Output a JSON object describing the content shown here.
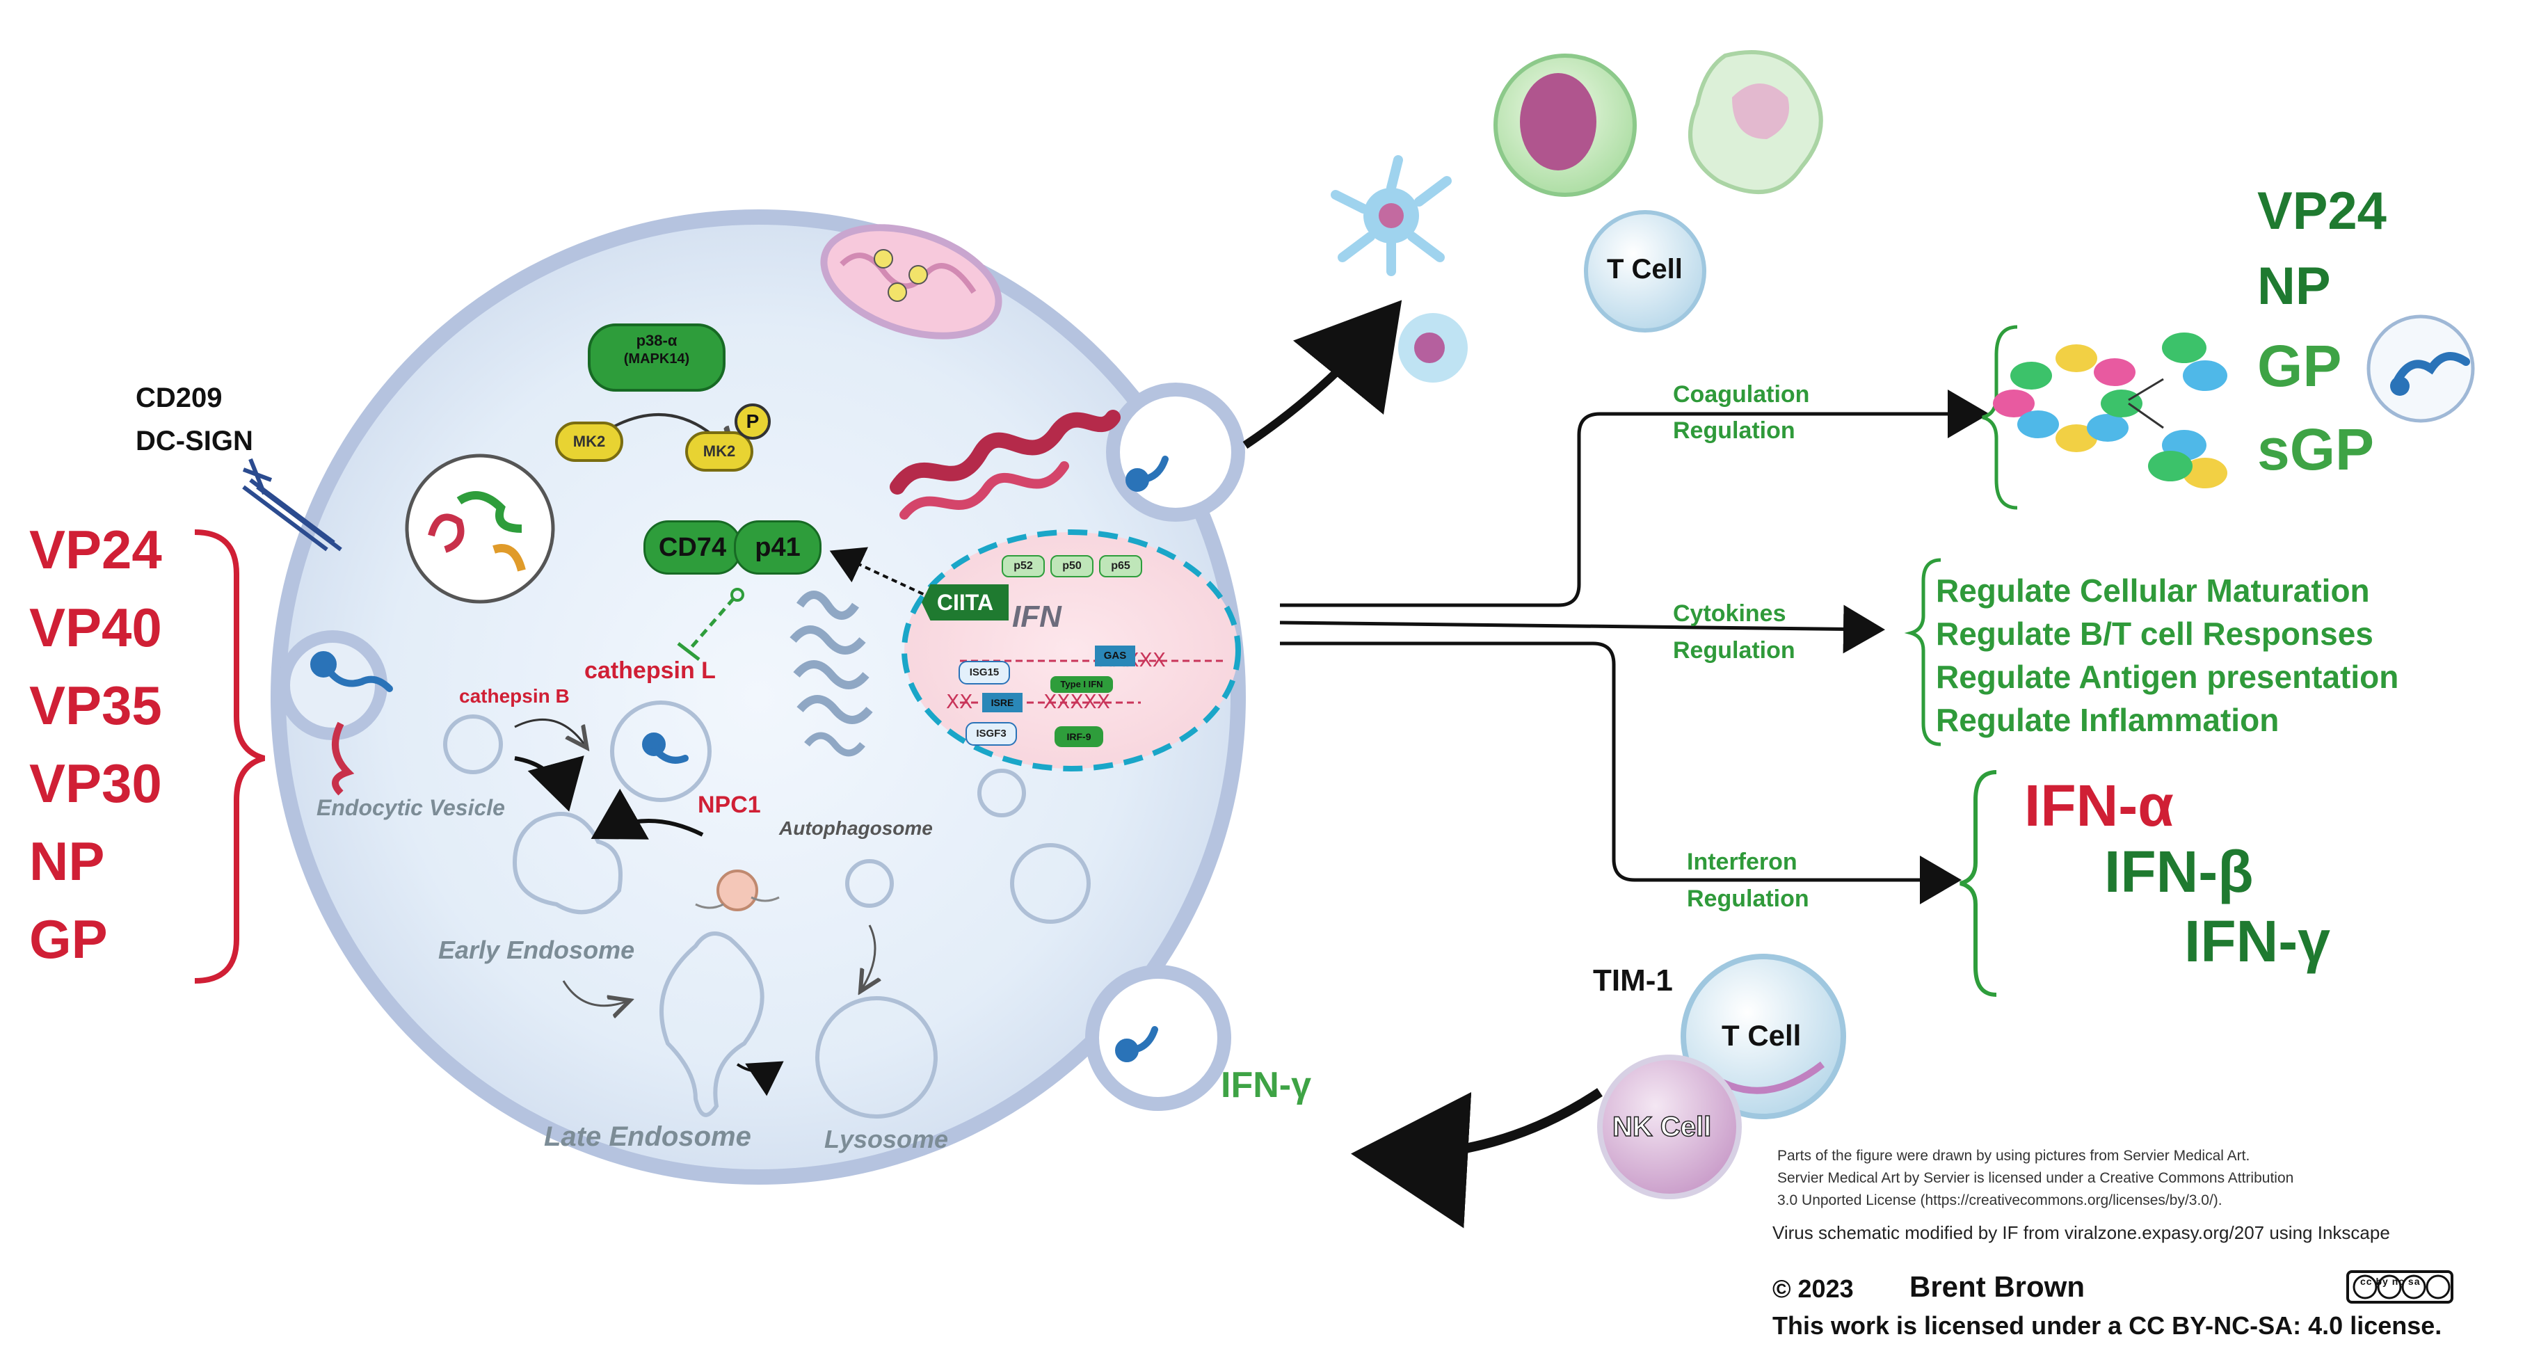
{
  "left_proteins": {
    "receptor_label_1": "CD209",
    "receptor_label_2": "DC-SIGN",
    "items": [
      "VP24",
      "VP40",
      "VP35",
      "VP30",
      "NP",
      "GP"
    ]
  },
  "cell": {
    "p38_label_1": "p38-α",
    "p38_label_2": "(MAPK14)",
    "mk2_label": "MK2",
    "phospho_label": "P",
    "cd74_label": "CD74",
    "p41_label": "p41",
    "cathepsin_l": "cathepsin L",
    "cathepsin_b": "cathepsin B",
    "npc1": "NPC1",
    "autophagosome": "Autophagosome",
    "endocytic_vesicle": "Endocytic Vesicle",
    "early_endosome": "Early Endosome",
    "late_endosome": "Late Endosome",
    "lysosome": "Lysosome",
    "ifn_gamma_out": "IFN-γ"
  },
  "nucleus": {
    "ciita": "CIITA",
    "ifn": "IFN",
    "chips": [
      "p52",
      "p50",
      "p65"
    ],
    "isg15": "ISG15",
    "gas": "GAS",
    "isre": "ISRE",
    "type1": "Type I IFN",
    "isgf3": "ISGF3",
    "irf": "IRF-9"
  },
  "top_cells": {
    "t_cell": "T Cell"
  },
  "regulation": {
    "coag_1": "Coagulation",
    "coag_2": "Regulation",
    "cyto_1": "Cytokines",
    "cyto_2": "Regulation",
    "ifn_1": "Interferon",
    "ifn_2": "Regulation"
  },
  "coag_targets": [
    "VP24",
    "NP",
    "GP",
    "sGP"
  ],
  "cytokine_effects": [
    "Regulate  Cellular Maturation",
    "Regulate B/T cell Responses",
    "Regulate Antigen presentation",
    "Regulate Inflammation"
  ],
  "interferons": [
    "IFN-α",
    "IFN-β",
    "IFN-γ"
  ],
  "bottom_cells": {
    "tim1": "TIM-1",
    "t_cell": "T Cell",
    "nk_cell": "NK Cell"
  },
  "credits": {
    "line1": "Parts of the figure were drawn by using pictures from Servier Medical Art.",
    "line2": "Servier Medical Art by Servier is licensed under a Creative Commons Attribution",
    "line3": "3.0 Unported License (https://creativecommons.org/licenses/by/3.0/).",
    "line4": "Virus schematic modified by IF from viralzone.expasy.org/207 using Inkscape",
    "year": "© 2023",
    "author": "Brent Brown",
    "license": "This work is licensed under a CC BY-NC-SA: 4.0 license.",
    "cc_badge": "cc by nc sa"
  },
  "colors": {
    "red": "#d01f35",
    "dark_green": "#1f7a30",
    "light_green": "#3ea345",
    "cell_fill": "#dbe8f6",
    "cell_outline": "#b7c5e0",
    "nucleus_outline": "#1aa6c8"
  }
}
